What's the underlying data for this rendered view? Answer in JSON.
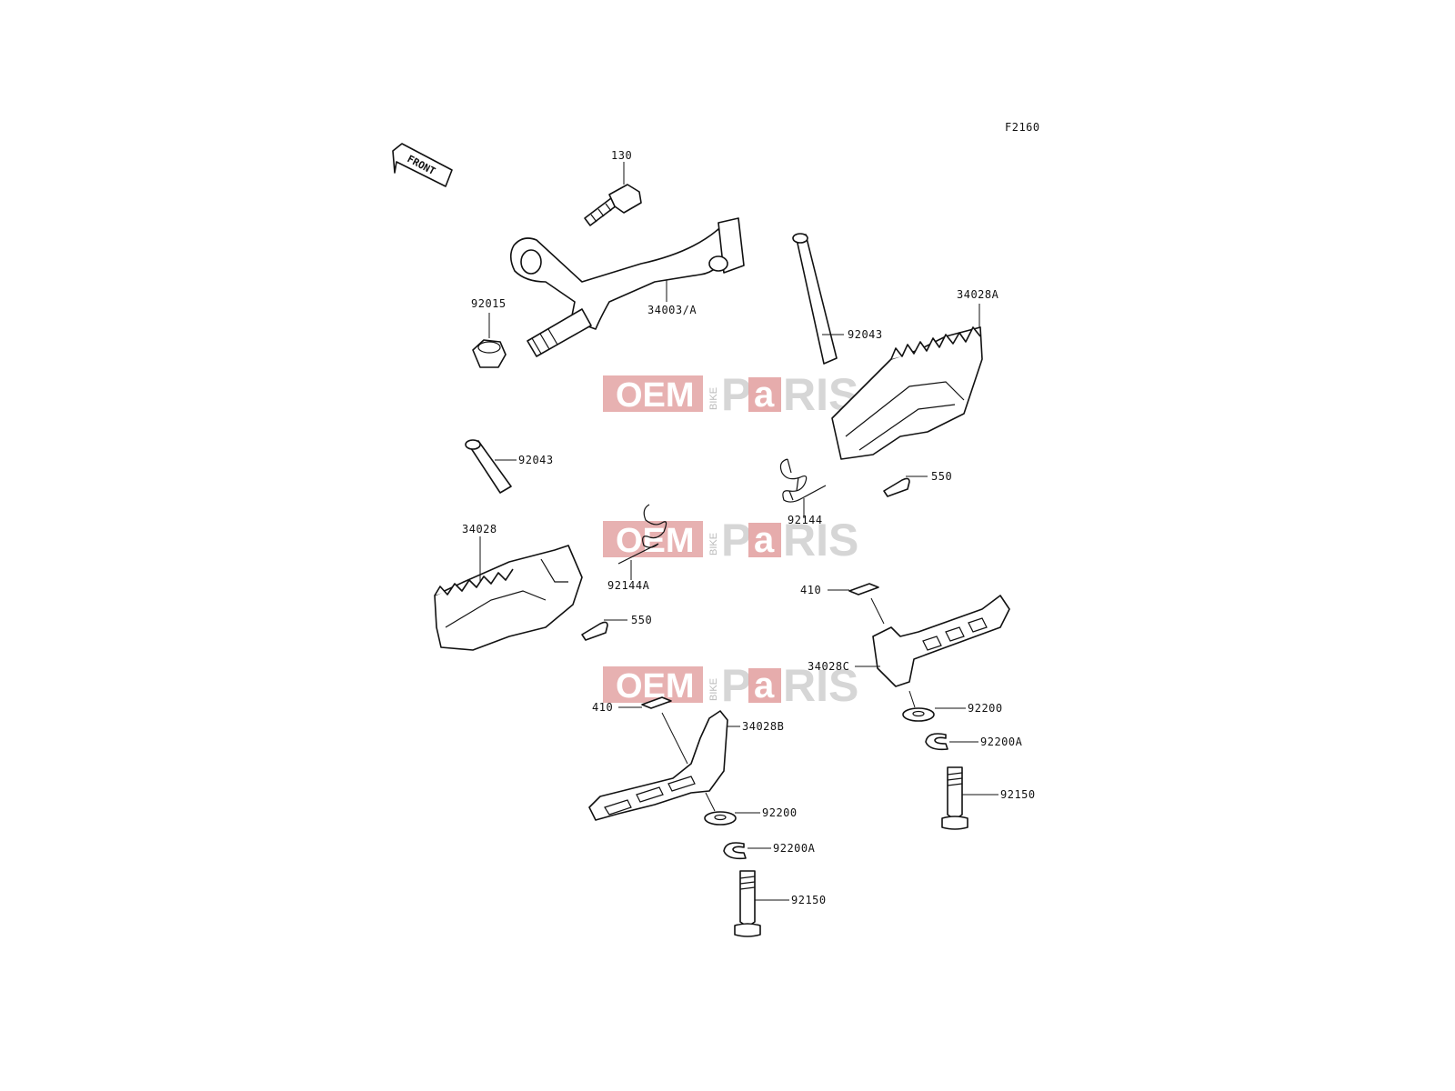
{
  "diagram_code": "F2160",
  "front_label": "FRONT",
  "watermark": {
    "oem": "OEM",
    "bike": "BIKE",
    "parts_p": "P",
    "parts_a": "a",
    "parts_rest": "RIS"
  },
  "callouts": {
    "c130": "130",
    "c92015": "92015",
    "c34003a": "34003/A",
    "c92043_upper": "92043",
    "c34028a": "34028A",
    "c92043_left": "92043",
    "c550_right": "550",
    "c92144": "92144",
    "c34028": "34028",
    "c92144a": "92144A",
    "c550_left": "550",
    "c410_right": "410",
    "c34028c": "34028C",
    "c92200_right": "92200",
    "c92200a_right": "92200A",
    "c92150_right": "92150",
    "c410_left": "410",
    "c34028b": "34028B",
    "c92200_left": "92200",
    "c92200a_left": "92200A",
    "c92150_left": "92150"
  }
}
